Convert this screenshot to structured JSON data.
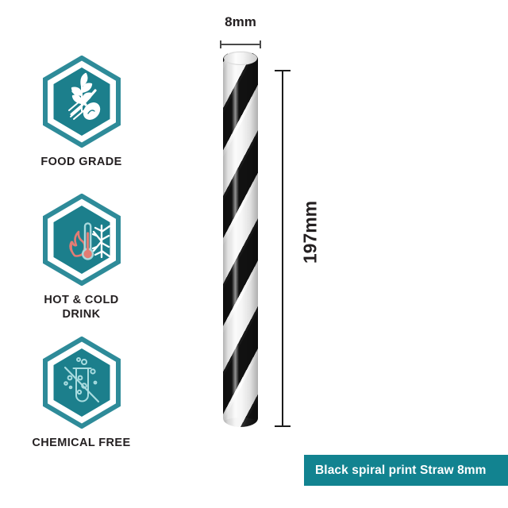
{
  "product": {
    "name": "Black spiral print Straw 8mm",
    "straw": {
      "stripe_colors": [
        "#111111",
        "#ffffff"
      ],
      "pattern": "spiral-stripes"
    }
  },
  "dimensions": {
    "width_label": "8mm",
    "height_label": "197mm"
  },
  "features": [
    {
      "id": "food-grade",
      "label": "FOOD GRADE",
      "icon": "fork-spoon-leaf-icon",
      "accent": "#1C7F8C"
    },
    {
      "id": "hot-cold-drink",
      "label": "HOT & COLD\nDRINK",
      "icon": "flame-thermometer-snowflake-icon",
      "accent": "#1C7F8C",
      "flame_color": "#E27C74"
    },
    {
      "id": "chemical-free",
      "label": "CHEMICAL FREE",
      "icon": "test-tube-crossed-out-icon",
      "accent": "#1C7F8C"
    }
  ],
  "banner": {
    "text": "Black spiral print Straw 8mm",
    "background": "#128390",
    "text_color": "#FFFFFF"
  },
  "theme": {
    "teal": "#1C7F8C",
    "banner_teal": "#128390",
    "text_dark": "#231F20",
    "background": "#FFFFFF"
  }
}
